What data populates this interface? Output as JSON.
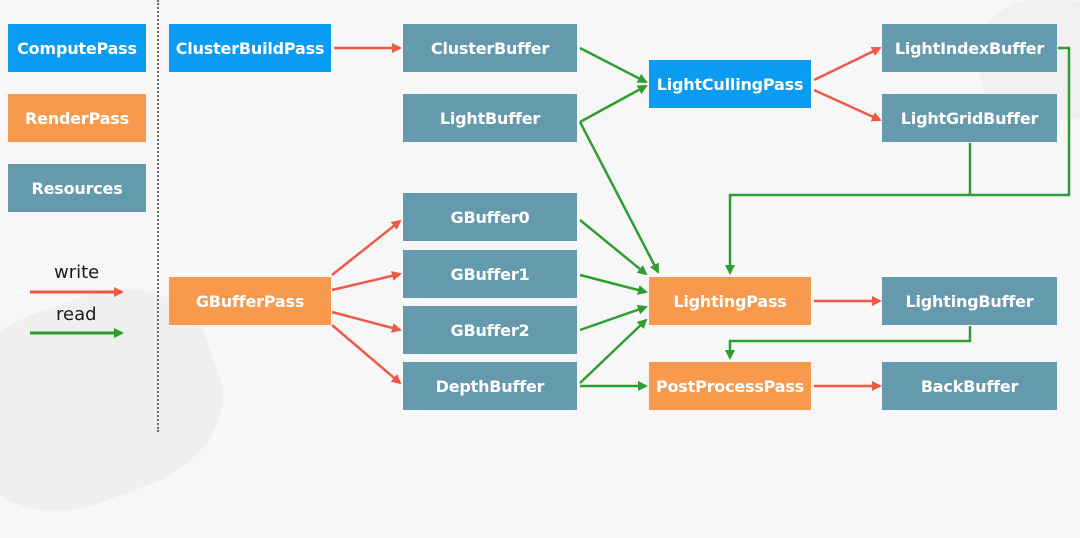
{
  "colors": {
    "compute": "#0a9bf2",
    "render": "#f79a4d",
    "resource": "#6599ad",
    "write": "#ef5a45",
    "read": "#2f9e2f"
  },
  "legend": {
    "compute_pass": "ComputePass",
    "render_pass": "RenderPass",
    "resources": "Resources",
    "write": "write",
    "read": "read"
  },
  "nodes": {
    "cluster_build_pass": {
      "label": "ClusterBuildPass",
      "kind": "compute"
    },
    "cluster_buffer": {
      "label": "ClusterBuffer",
      "kind": "resource"
    },
    "light_buffer": {
      "label": "LightBuffer",
      "kind": "resource"
    },
    "light_culling_pass": {
      "label": "LightCullingPass",
      "kind": "compute"
    },
    "light_index_buffer": {
      "label": "LightIndexBuffer",
      "kind": "resource"
    },
    "light_grid_buffer": {
      "label": "LightGridBuffer",
      "kind": "resource"
    },
    "gbuffer_pass": {
      "label": "GBufferPass",
      "kind": "render"
    },
    "gbuffer0": {
      "label": "GBuffer0",
      "kind": "resource"
    },
    "gbuffer1": {
      "label": "GBuffer1",
      "kind": "resource"
    },
    "gbuffer2": {
      "label": "GBuffer2",
      "kind": "resource"
    },
    "depth_buffer": {
      "label": "DepthBuffer",
      "kind": "resource"
    },
    "lighting_pass": {
      "label": "LightingPass",
      "kind": "render"
    },
    "lighting_buffer": {
      "label": "LightingBuffer",
      "kind": "resource"
    },
    "post_process_pass": {
      "label": "PostProcessPass",
      "kind": "render"
    },
    "back_buffer": {
      "label": "BackBuffer",
      "kind": "resource"
    }
  },
  "edges": [
    {
      "from": "cluster_build_pass",
      "to": "cluster_buffer",
      "type": "write"
    },
    {
      "from": "cluster_buffer",
      "to": "light_culling_pass",
      "type": "read"
    },
    {
      "from": "light_buffer",
      "to": "light_culling_pass",
      "type": "read"
    },
    {
      "from": "light_culling_pass",
      "to": "light_index_buffer",
      "type": "write"
    },
    {
      "from": "light_culling_pass",
      "to": "light_grid_buffer",
      "type": "write"
    },
    {
      "from": "light_index_buffer",
      "to": "lighting_pass",
      "type": "read"
    },
    {
      "from": "light_grid_buffer",
      "to": "lighting_pass",
      "type": "read"
    },
    {
      "from": "light_buffer",
      "to": "lighting_pass",
      "type": "read"
    },
    {
      "from": "gbuffer_pass",
      "to": "gbuffer0",
      "type": "write"
    },
    {
      "from": "gbuffer_pass",
      "to": "gbuffer1",
      "type": "write"
    },
    {
      "from": "gbuffer_pass",
      "to": "gbuffer2",
      "type": "write"
    },
    {
      "from": "gbuffer_pass",
      "to": "depth_buffer",
      "type": "write"
    },
    {
      "from": "gbuffer0",
      "to": "lighting_pass",
      "type": "read"
    },
    {
      "from": "gbuffer1",
      "to": "lighting_pass",
      "type": "read"
    },
    {
      "from": "gbuffer2",
      "to": "lighting_pass",
      "type": "read"
    },
    {
      "from": "depth_buffer",
      "to": "lighting_pass",
      "type": "read"
    },
    {
      "from": "depth_buffer",
      "to": "post_process_pass",
      "type": "read"
    },
    {
      "from": "lighting_pass",
      "to": "lighting_buffer",
      "type": "write"
    },
    {
      "from": "lighting_buffer",
      "to": "post_process_pass",
      "type": "read"
    },
    {
      "from": "post_process_pass",
      "to": "back_buffer",
      "type": "write"
    }
  ]
}
